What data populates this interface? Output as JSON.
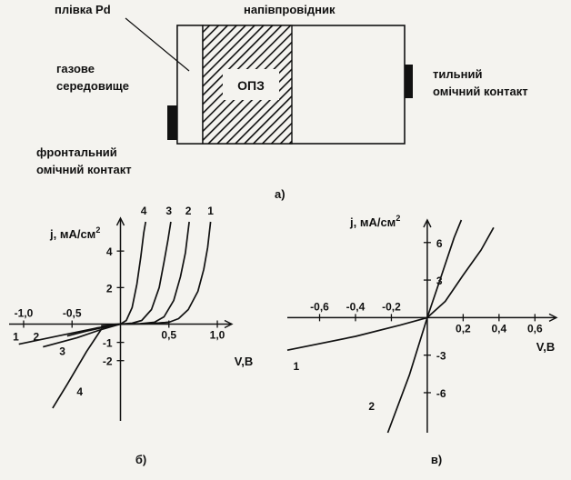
{
  "structure": {
    "label_pd_film": "плівка Pd",
    "label_semiconductor": "напівпровідник",
    "label_gas_line1": "газове",
    "label_gas_line2": "середовище",
    "label_front_line1": "фронтальний",
    "label_front_line2": "омічний контакт",
    "label_back_line1": "тильний",
    "label_back_line2": "омічний контакт",
    "label_scr": "ОПЗ",
    "caption": "а)"
  },
  "chart_data": [
    {
      "type": "line",
      "caption": "б)",
      "ylabel": "j, мА/см",
      "ylabel_sup": "2",
      "xlabel": "V,B",
      "xlim": [
        -1.15,
        1.15
      ],
      "ylim": [
        -5.3,
        5.8
      ],
      "x_ticks": [
        {
          "v": -1.0,
          "t": "-1,0"
        },
        {
          "v": -0.5,
          "t": "-0,5"
        },
        {
          "v": 0.5,
          "t": "0,5"
        },
        {
          "v": 1.0,
          "t": "1,0"
        }
      ],
      "y_ticks": [
        {
          "v": 4,
          "t": "4"
        },
        {
          "v": 2,
          "t": "2"
        },
        {
          "v": -1,
          "t": "-1"
        },
        {
          "v": -2,
          "t": "-2"
        }
      ],
      "series": [
        {
          "name": "1",
          "points": [
            [
              -0.1,
              -0.03
            ],
            [
              0,
              0
            ],
            [
              0.3,
              0.02
            ],
            [
              0.5,
              0.1
            ],
            [
              0.6,
              0.3
            ],
            [
              0.7,
              0.8
            ],
            [
              0.8,
              1.8
            ],
            [
              0.86,
              3.0
            ],
            [
              0.9,
              4.2
            ],
            [
              0.93,
              5.6
            ]
          ]
        },
        {
          "name": "2",
          "points": [
            [
              -0.1,
              -0.03
            ],
            [
              0,
              0
            ],
            [
              0.2,
              0.02
            ],
            [
              0.35,
              0.1
            ],
            [
              0.45,
              0.4
            ],
            [
              0.55,
              1.3
            ],
            [
              0.62,
              2.6
            ],
            [
              0.67,
              3.9
            ],
            [
              0.71,
              5.6
            ]
          ]
        },
        {
          "name": "3",
          "points": [
            [
              -0.2,
              -0.1
            ],
            [
              0,
              0
            ],
            [
              0.12,
              0.05
            ],
            [
              0.22,
              0.2
            ],
            [
              0.32,
              0.8
            ],
            [
              0.4,
              2.0
            ],
            [
              0.45,
              3.4
            ],
            [
              0.49,
              4.6
            ],
            [
              0.52,
              5.6
            ]
          ]
        },
        {
          "name": "4",
          "points": [
            [
              -0.55,
              -0.65
            ],
            [
              -0.35,
              -0.38
            ],
            [
              -0.15,
              -0.15
            ],
            [
              0,
              0
            ],
            [
              0.06,
              0.2
            ],
            [
              0.12,
              0.9
            ],
            [
              0.17,
              2.2
            ],
            [
              0.21,
              3.7
            ],
            [
              0.24,
              5.0
            ],
            [
              0.26,
              5.6
            ]
          ]
        },
        {
          "name": "1",
          "points": [
            [
              0.3,
              0.02
            ],
            [
              0.5,
              0.1
            ]
          ]
        }
      ],
      "reverse_series": [
        {
          "name": "2",
          "points": [
            [
              -1.05,
              -1.1
            ],
            [
              -0.6,
              -0.6
            ],
            [
              -0.25,
              -0.22
            ],
            [
              0,
              0
            ]
          ]
        },
        {
          "name": "3",
          "points": [
            [
              -0.8,
              -1.25
            ],
            [
              -0.45,
              -0.75
            ],
            [
              -0.2,
              -0.3
            ],
            [
              0,
              0
            ]
          ]
        },
        {
          "name": "4",
          "points": [
            [
              -0.2,
              -0.3
            ],
            [
              -0.35,
              -1.5
            ],
            [
              -0.55,
              -3.3
            ],
            [
              -0.7,
              -4.6
            ]
          ]
        }
      ],
      "labels": [
        {
          "t": "1",
          "x": 0.93,
          "y": 6.0
        },
        {
          "t": "2",
          "x": 0.7,
          "y": 6.0
        },
        {
          "t": "3",
          "x": 0.5,
          "y": 6.0
        },
        {
          "t": "4",
          "x": 0.24,
          "y": 6.0
        },
        {
          "t": "1",
          "x": -1.08,
          "y": -0.9
        },
        {
          "t": "2",
          "x": -0.87,
          "y": -0.9
        },
        {
          "t": "3",
          "x": -0.6,
          "y": -1.7
        },
        {
          "t": "4",
          "x": -0.42,
          "y": -3.9
        }
      ]
    },
    {
      "type": "line",
      "caption": "в)",
      "ylabel": "j, мА/см",
      "ylabel_sup": "2",
      "xlabel": "V,B",
      "xlim": [
        -0.78,
        0.72
      ],
      "ylim": [
        -9.2,
        7.8
      ],
      "x_ticks": [
        {
          "v": -0.6,
          "t": "-0,6"
        },
        {
          "v": -0.4,
          "t": "-0,4"
        },
        {
          "v": -0.2,
          "t": "-0,2"
        },
        {
          "v": 0.2,
          "t": "0,2"
        },
        {
          "v": 0.4,
          "t": "0,4"
        },
        {
          "v": 0.6,
          "t": "0,6"
        }
      ],
      "y_ticks": [
        {
          "v": 6,
          "t": "6"
        },
        {
          "v": 3,
          "t": "3"
        },
        {
          "v": -3,
          "t": "-3"
        },
        {
          "v": -6,
          "t": "-6"
        }
      ],
      "series": [
        {
          "name": "1",
          "points": [
            [
              -0.78,
              -2.6
            ],
            [
              -0.4,
              -1.5
            ],
            [
              -0.15,
              -0.6
            ],
            [
              0,
              0
            ],
            [
              0.1,
              1.3
            ],
            [
              0.2,
              3.4
            ],
            [
              0.3,
              5.4
            ],
            [
              0.37,
              7.2
            ]
          ]
        },
        {
          "name": "2",
          "points": [
            [
              -0.22,
              -9.2
            ],
            [
              -0.1,
              -4.6
            ],
            [
              0,
              0
            ],
            [
              0.08,
              3.4
            ],
            [
              0.15,
              6.4
            ],
            [
              0.19,
              7.8
            ]
          ]
        }
      ],
      "labels": [
        {
          "t": "1",
          "x": -0.73,
          "y": -4.2
        },
        {
          "t": "2",
          "x": -0.31,
          "y": -7.4
        }
      ]
    }
  ]
}
